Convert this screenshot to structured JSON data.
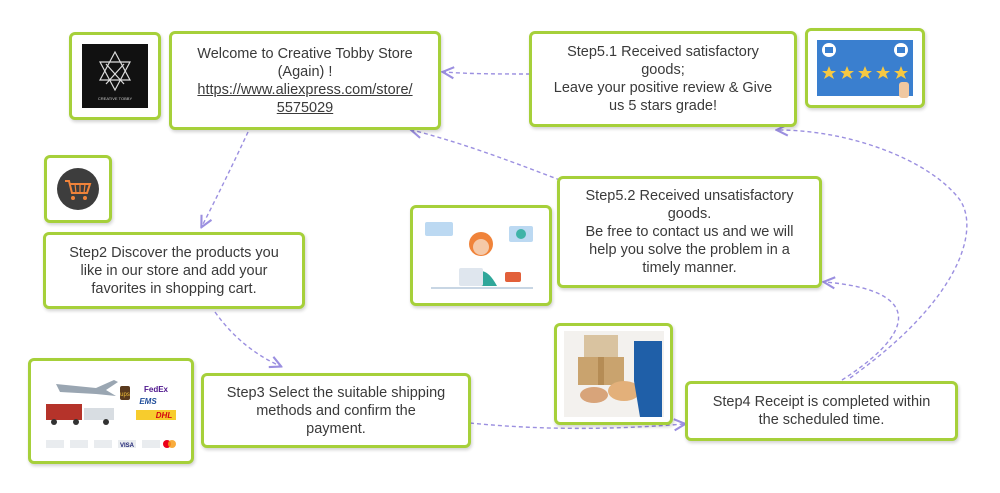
{
  "welcome": {
    "line1": "Welcome to Creative Tobby Store",
    "line2": "(Again) !",
    "link_line1": "https://www.aliexpress.com/store/",
    "link_line2": "5575029"
  },
  "logo": {
    "brand_text": "CREATIVE TOBBY"
  },
  "step2": {
    "line1": "Step2 Discover the products you",
    "line2": "like in our store and add your",
    "line3": "favorites in shopping cart."
  },
  "step3": {
    "line1": "Step3 Select the suitable shipping",
    "line2": "methods and confirm the",
    "line3": "payment."
  },
  "step4": {
    "line1": "Step4 Receipt is completed within",
    "line2": "the scheduled time."
  },
  "step51": {
    "line1": "Step5.1 Received satisfactory",
    "line2": "goods;",
    "line3": "Leave your positive review & Give",
    "line4": "us 5 stars grade!"
  },
  "step52": {
    "line1": "Step5.2 Received unsatisfactory",
    "line2": "goods.",
    "line3": "Be free to contact us and we will",
    "line4": "help you solve the problem in a",
    "line5": "timely manner."
  },
  "shipping_logos": {
    "ups": "ups",
    "fedex": "FedEx",
    "ems": "EMS",
    "dhl": "DHL",
    "visa": "VISA"
  },
  "colors": {
    "border": "#a6d03a",
    "arrow": "#9b8fe0",
    "text": "#3a3a3a"
  }
}
